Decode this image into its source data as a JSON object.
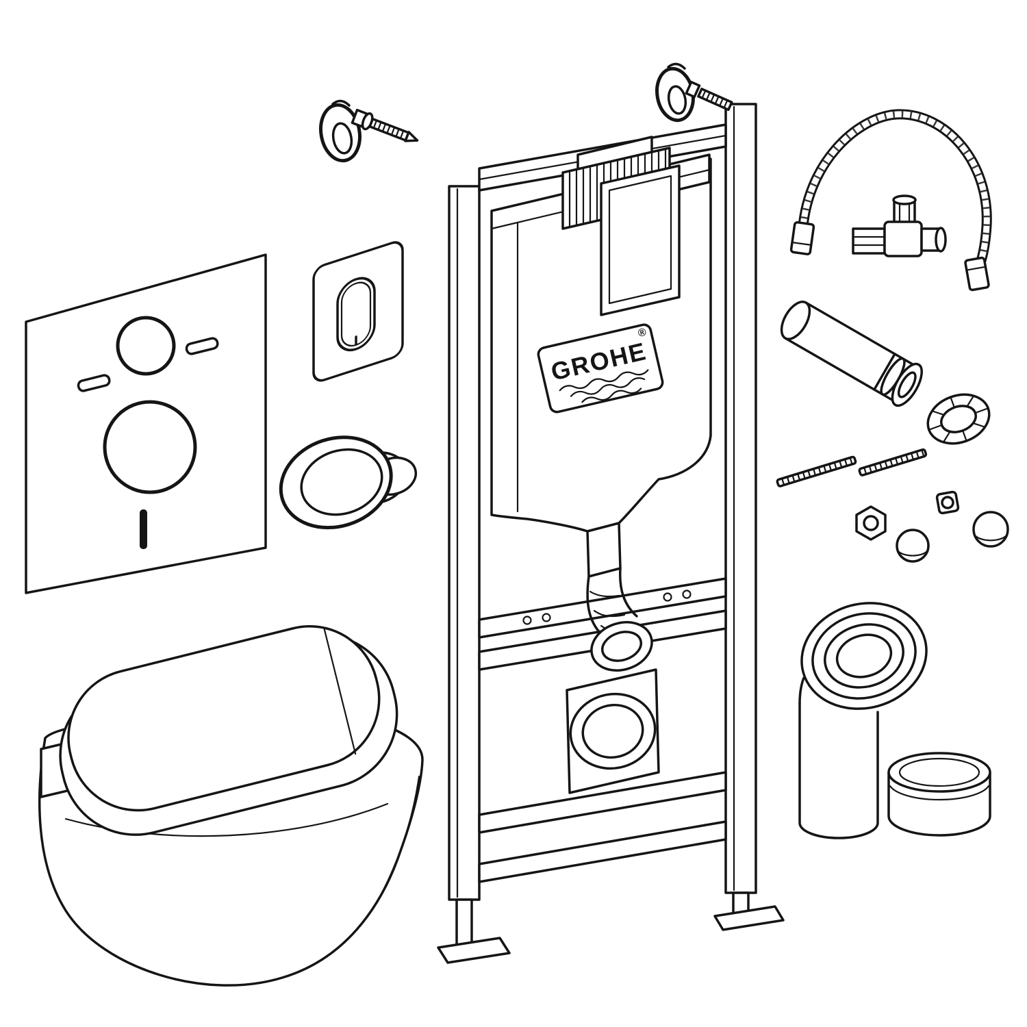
{
  "page": {
    "background_color": "#ffffff",
    "line_color": "#151515"
  },
  "diagram": {
    "type": "exploded-parts-line-drawing",
    "brand_label": "GROHE",
    "registered_mark": "®",
    "parts": [
      {
        "id": "wall-anchor-bolt-left",
        "label": "wall anchor with ring dowel and screw"
      },
      {
        "id": "sound-insulation-mat",
        "label": "sound insulation gasket panel"
      },
      {
        "id": "flush-plate",
        "label": "flush actuator plate with oval button"
      },
      {
        "id": "inlet-seal",
        "label": "pipe collar seal"
      },
      {
        "id": "installation-frame",
        "label": "wall-mount installation frame with concealed cistern"
      },
      {
        "id": "wall-anchor-bolt-right",
        "label": "wall anchor with ring dowel"
      },
      {
        "id": "water-supply-hose",
        "label": "flexible braided supply hose"
      },
      {
        "id": "angle-valve",
        "label": "angle stop valve"
      },
      {
        "id": "flush-pipe",
        "label": "flush pipe with flange"
      },
      {
        "id": "outlet-seal-ring",
        "label": "ribbed outlet seal ring"
      },
      {
        "id": "threaded-rod-1",
        "label": "threaded mounting rod"
      },
      {
        "id": "threaded-rod-2",
        "label": "threaded mounting rod"
      },
      {
        "id": "hex-nut",
        "label": "hex nut"
      },
      {
        "id": "square-nut",
        "label": "square nut"
      },
      {
        "id": "dome-cap-1",
        "label": "dome cover cap"
      },
      {
        "id": "dome-cap-2",
        "label": "dome cover cap"
      },
      {
        "id": "drain-elbow",
        "label": "drain outlet elbow with socket rings"
      },
      {
        "id": "protective-cap",
        "label": "round protective cap"
      },
      {
        "id": "wall-hung-toilet",
        "label": "wall-hung toilet bowl with seat and lid"
      }
    ]
  }
}
